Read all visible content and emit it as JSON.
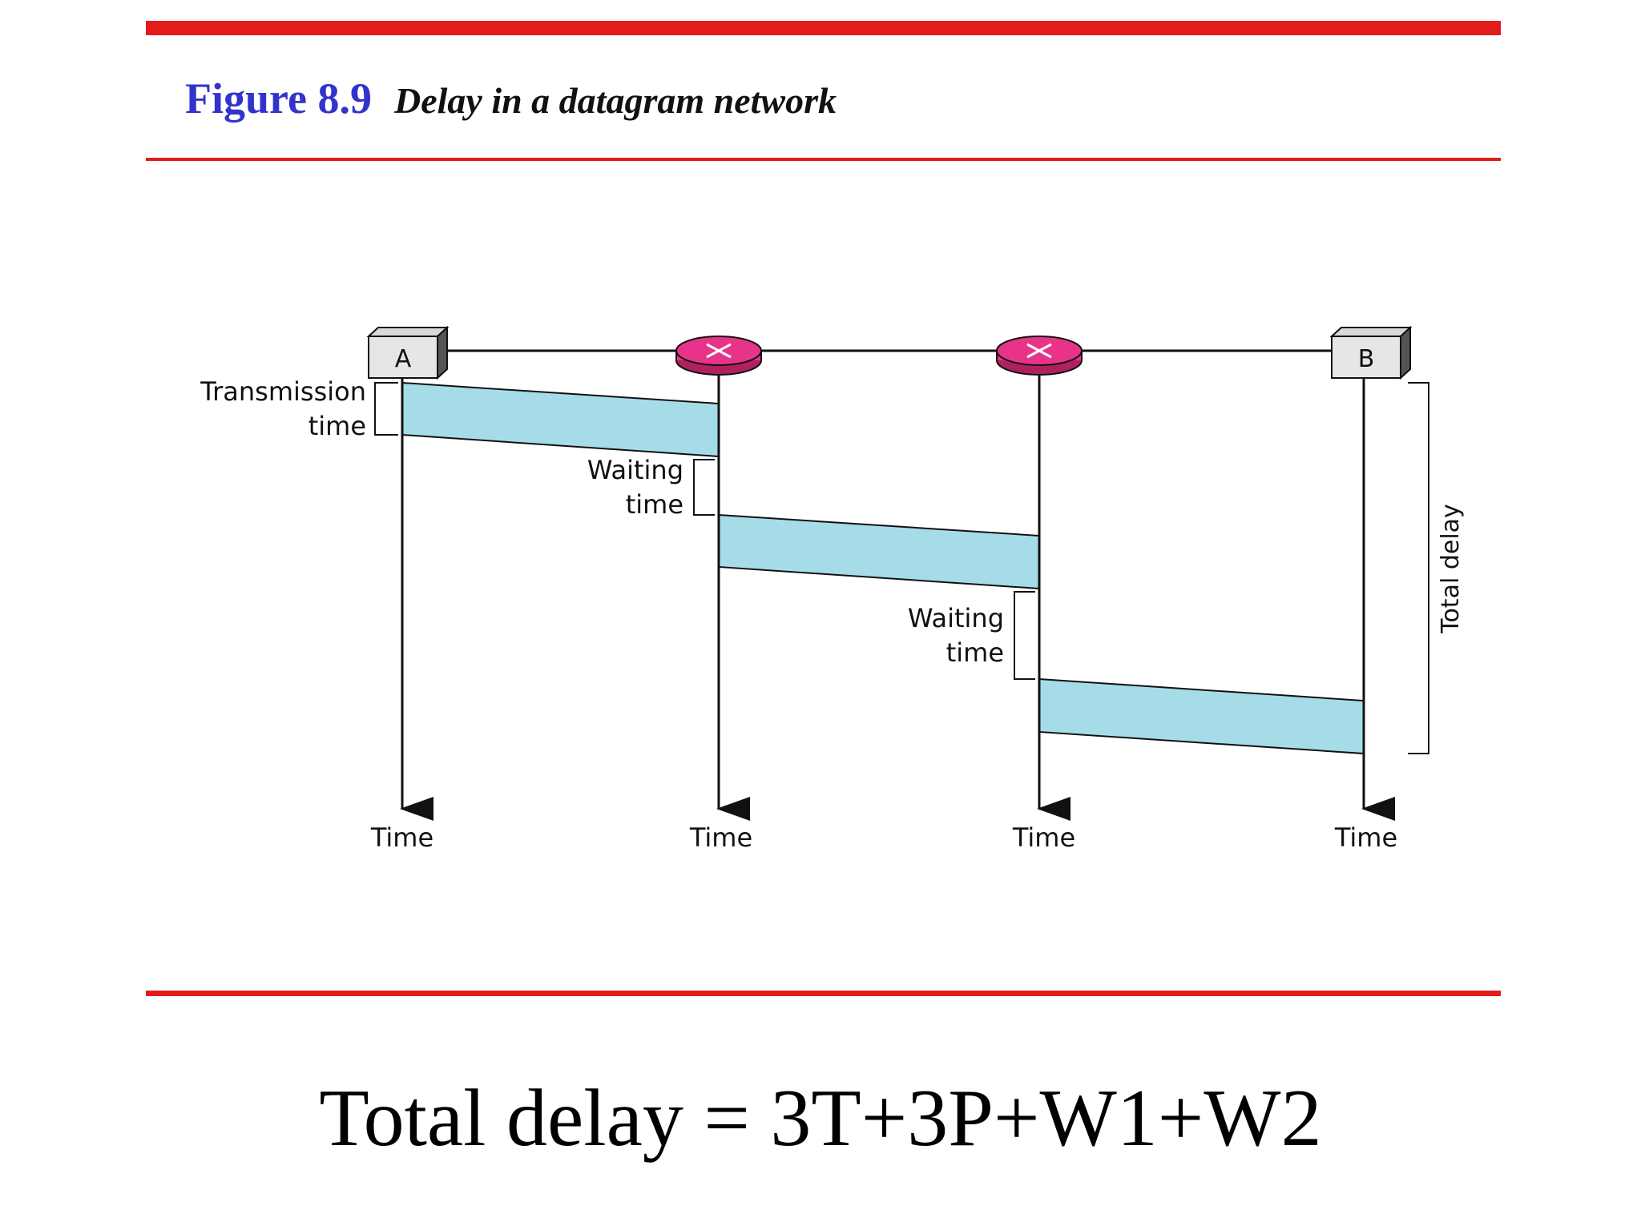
{
  "figure": {
    "number": "Figure 8.9",
    "caption": "Delay in a datagram network"
  },
  "diagram": {
    "nodes": [
      {
        "id": "A",
        "label": "A",
        "icon": "host-box-icon"
      },
      {
        "id": "R1",
        "label": "",
        "icon": "router-icon"
      },
      {
        "id": "R2",
        "label": "",
        "icon": "router-icon"
      },
      {
        "id": "B",
        "label": "B",
        "icon": "host-box-icon"
      }
    ],
    "time_labels": [
      "Time",
      "Time",
      "Time",
      "Time"
    ],
    "transmission_label": [
      "Transmission",
      "time"
    ],
    "waiting_label_1": [
      "Waiting",
      "time"
    ],
    "waiting_label_2": [
      "Waiting",
      "time"
    ],
    "total_delay_label": "Total delay",
    "packet_color": "#a5dce8",
    "router_color": "#e8338a"
  },
  "formula": "Total delay = 3T+3P+W1+W2",
  "colors": {
    "rule": "#e31b1b",
    "figure_number": "#3333cc"
  }
}
